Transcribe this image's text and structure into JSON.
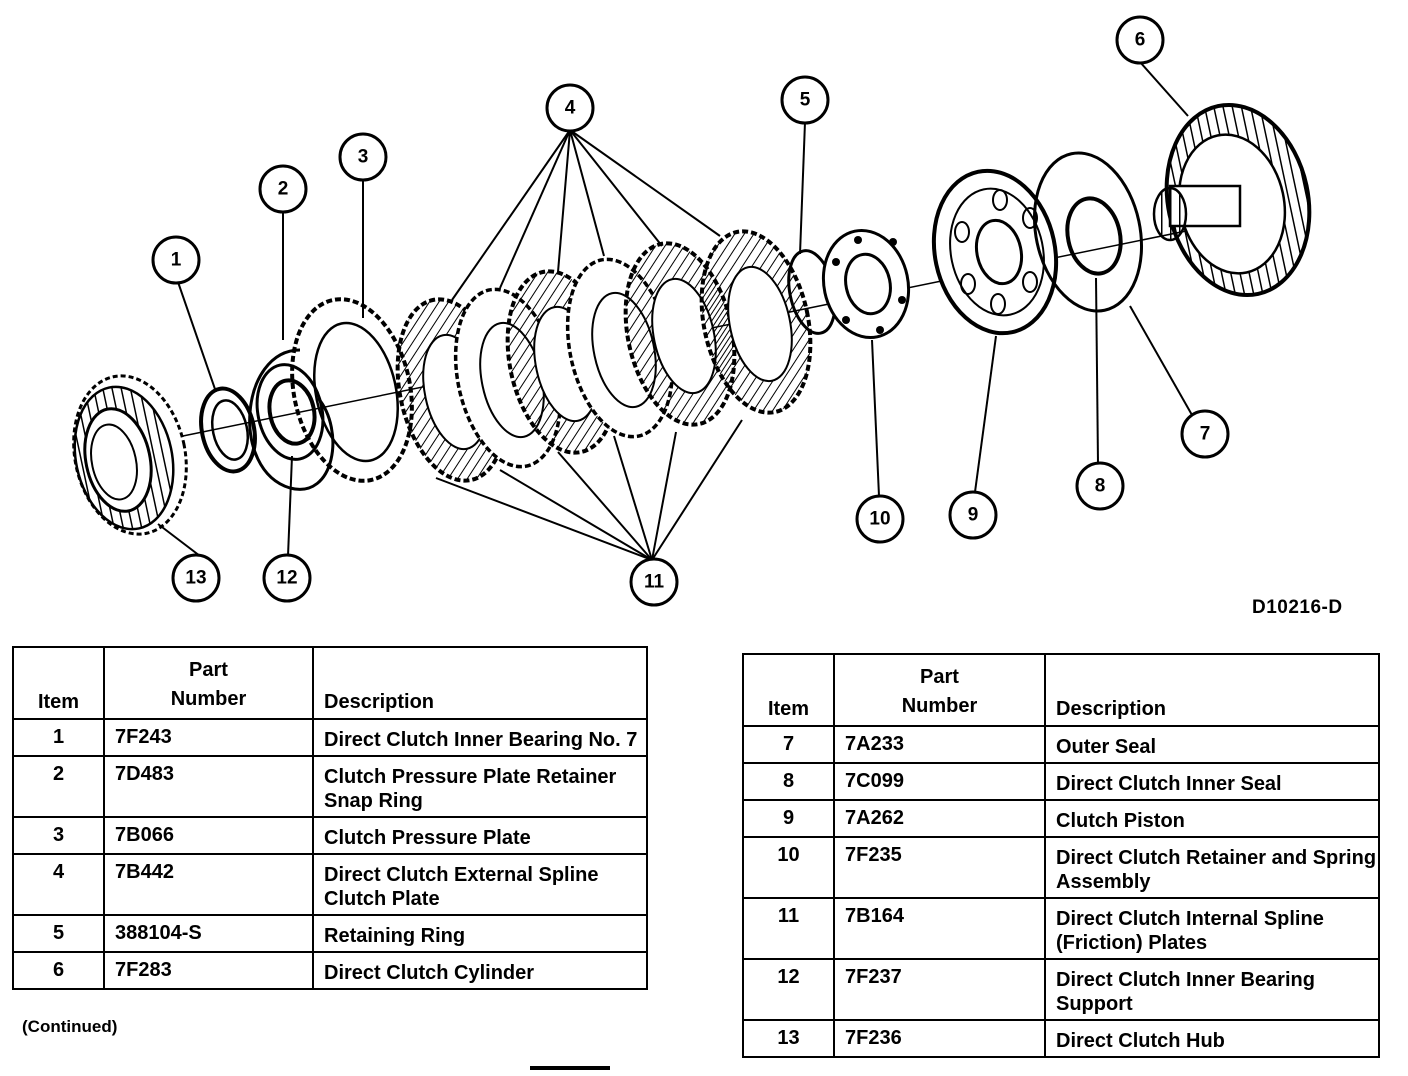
{
  "diagram": {
    "figure_code": "D10216-D",
    "callouts": [
      "1",
      "2",
      "3",
      "4",
      "5",
      "6",
      "7",
      "8",
      "9",
      "10",
      "11",
      "12",
      "13"
    ],
    "continued_note": "(Continued)"
  },
  "table_headers": {
    "item": "Item",
    "part_number_line1": "Part",
    "part_number_line2": "Number",
    "description": "Description"
  },
  "parts_left": [
    {
      "item": "1",
      "part_number": "7F243",
      "description": "Direct Clutch Inner Bearing No. 7"
    },
    {
      "item": "2",
      "part_number": "7D483",
      "description": "Clutch Pressure Plate Retainer Snap Ring"
    },
    {
      "item": "3",
      "part_number": "7B066",
      "description": "Clutch Pressure Plate"
    },
    {
      "item": "4",
      "part_number": "7B442",
      "description": "Direct Clutch External Spline Clutch Plate"
    },
    {
      "item": "5",
      "part_number": "388104-S",
      "description": "Retaining Ring"
    },
    {
      "item": "6",
      "part_number": "7F283",
      "description": "Direct Clutch Cylinder"
    }
  ],
  "parts_right": [
    {
      "item": "7",
      "part_number": "7A233",
      "description": "Outer Seal"
    },
    {
      "item": "8",
      "part_number": "7C099",
      "description": "Direct Clutch Inner Seal"
    },
    {
      "item": "9",
      "part_number": "7A262",
      "description": "Clutch Piston"
    },
    {
      "item": "10",
      "part_number": "7F235",
      "description": "Direct Clutch Retainer and Spring Assembly"
    },
    {
      "item": "11",
      "part_number": "7B164",
      "description": "Direct Clutch Internal Spline (Friction) Plates"
    },
    {
      "item": "12",
      "part_number": "7F237",
      "description": "Direct Clutch Inner Bearing Support"
    },
    {
      "item": "13",
      "part_number": "7F236",
      "description": "Direct Clutch Hub"
    }
  ]
}
